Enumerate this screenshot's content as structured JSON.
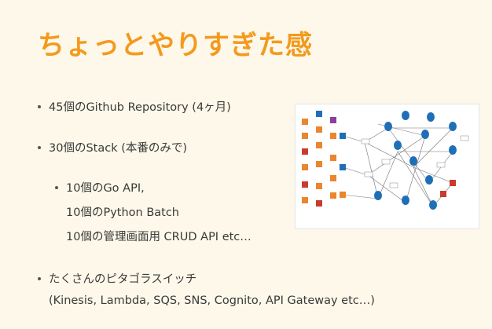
{
  "slide": {
    "title": "ちょっとやりすぎた感",
    "bullets": [
      {
        "text": "45個のGithub Repository (4ヶ月)"
      },
      {
        "text": "30個のStack (本番のみで)"
      },
      {
        "sub": [
          "10個のGo API,",
          "10個のPython Batch",
          "10個の管理画面用 CRUD API etc…"
        ]
      },
      {
        "text": "たくさんのピタゴラスイッチ",
        "note": "(Kinesis, Lambda, SQS, SNS, Cognito, API Gateway etc…)"
      }
    ]
  },
  "colors": {
    "title": "#f39a1e",
    "background": "#fdf8ea",
    "text": "#3a3a3a"
  },
  "diagram": {
    "icon": "architecture-diagram-image"
  }
}
